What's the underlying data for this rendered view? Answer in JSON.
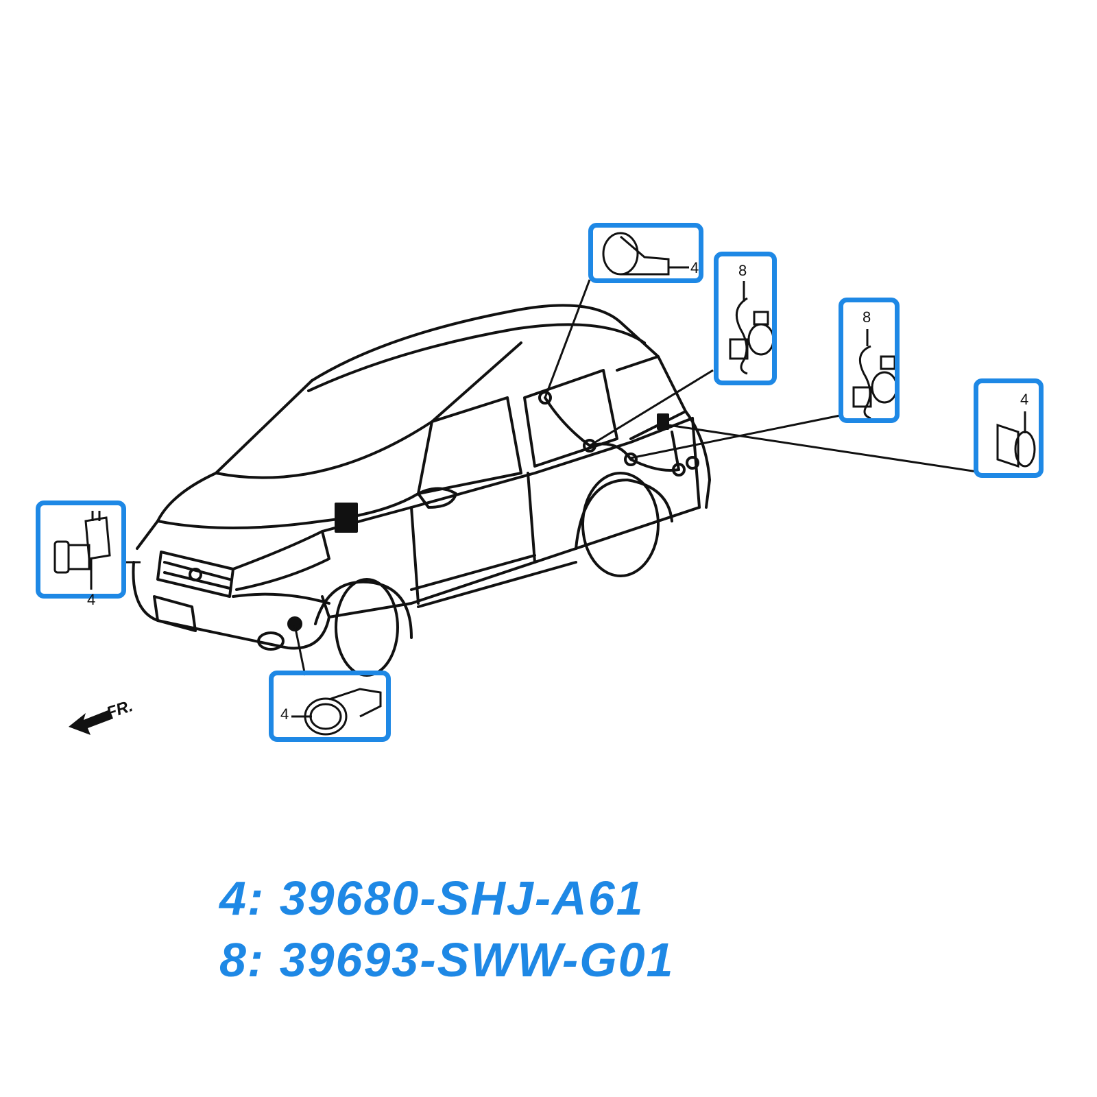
{
  "callouts": {
    "front_left_corner": {
      "num": "4"
    },
    "front_bumper": {
      "num": "4"
    },
    "rear_top": {
      "num": "4"
    },
    "rear_mid_left": {
      "num": "8"
    },
    "rear_mid_right": {
      "num": "8"
    },
    "rear_right": {
      "num": "4"
    }
  },
  "direction_label": "FR.",
  "legend": {
    "line1": "4: 39680-SHJ-A61",
    "line2": "8: 39693-SWW-G01"
  },
  "colors": {
    "highlight": "#1e88e5",
    "line": "#111111"
  }
}
